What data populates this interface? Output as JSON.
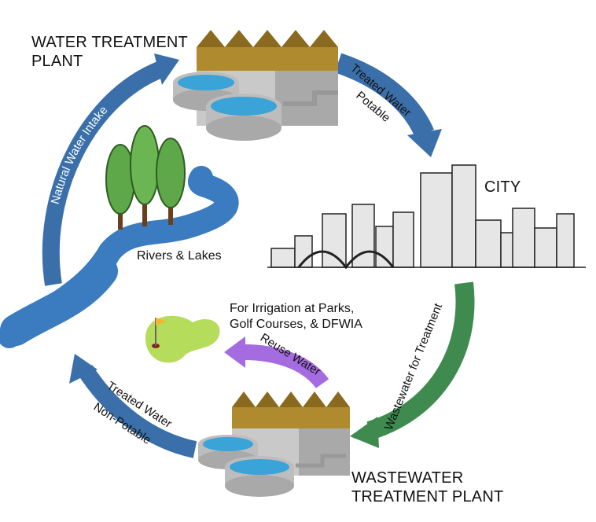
{
  "titles": {
    "water_treatment_line1": "WATER TREATMENT",
    "water_treatment_line2": "PLANT",
    "city": "CITY",
    "wastewater_line1": "WASTEWATER",
    "wastewater_line2": "TREATMENT PLANT"
  },
  "captions": {
    "rivers_lakes": "Rivers & Lakes",
    "irrigation_line1": "For Irrigation at Parks,",
    "irrigation_line2": "Golf Courses, & DFWIA"
  },
  "arrows": {
    "natural_intake": "Natural Water Intake",
    "treated_potable_line1": "Treated Water",
    "treated_potable_line2": "Potable",
    "wastewater_for_treatment": "Wastewater for Treatment",
    "reuse_water": "Reuse Water",
    "treated_nonpotable_line1": "Treated Water",
    "treated_nonpotable_line2": "Non-Potable"
  },
  "colors": {
    "blue_arrow": "#3b6faa",
    "green_arrow": "#3f8a4e",
    "purple_arrow": "#a56be0",
    "river": "#3b7bbf",
    "tree": "#5ea84a",
    "golf_green": "#b5dc5a"
  }
}
